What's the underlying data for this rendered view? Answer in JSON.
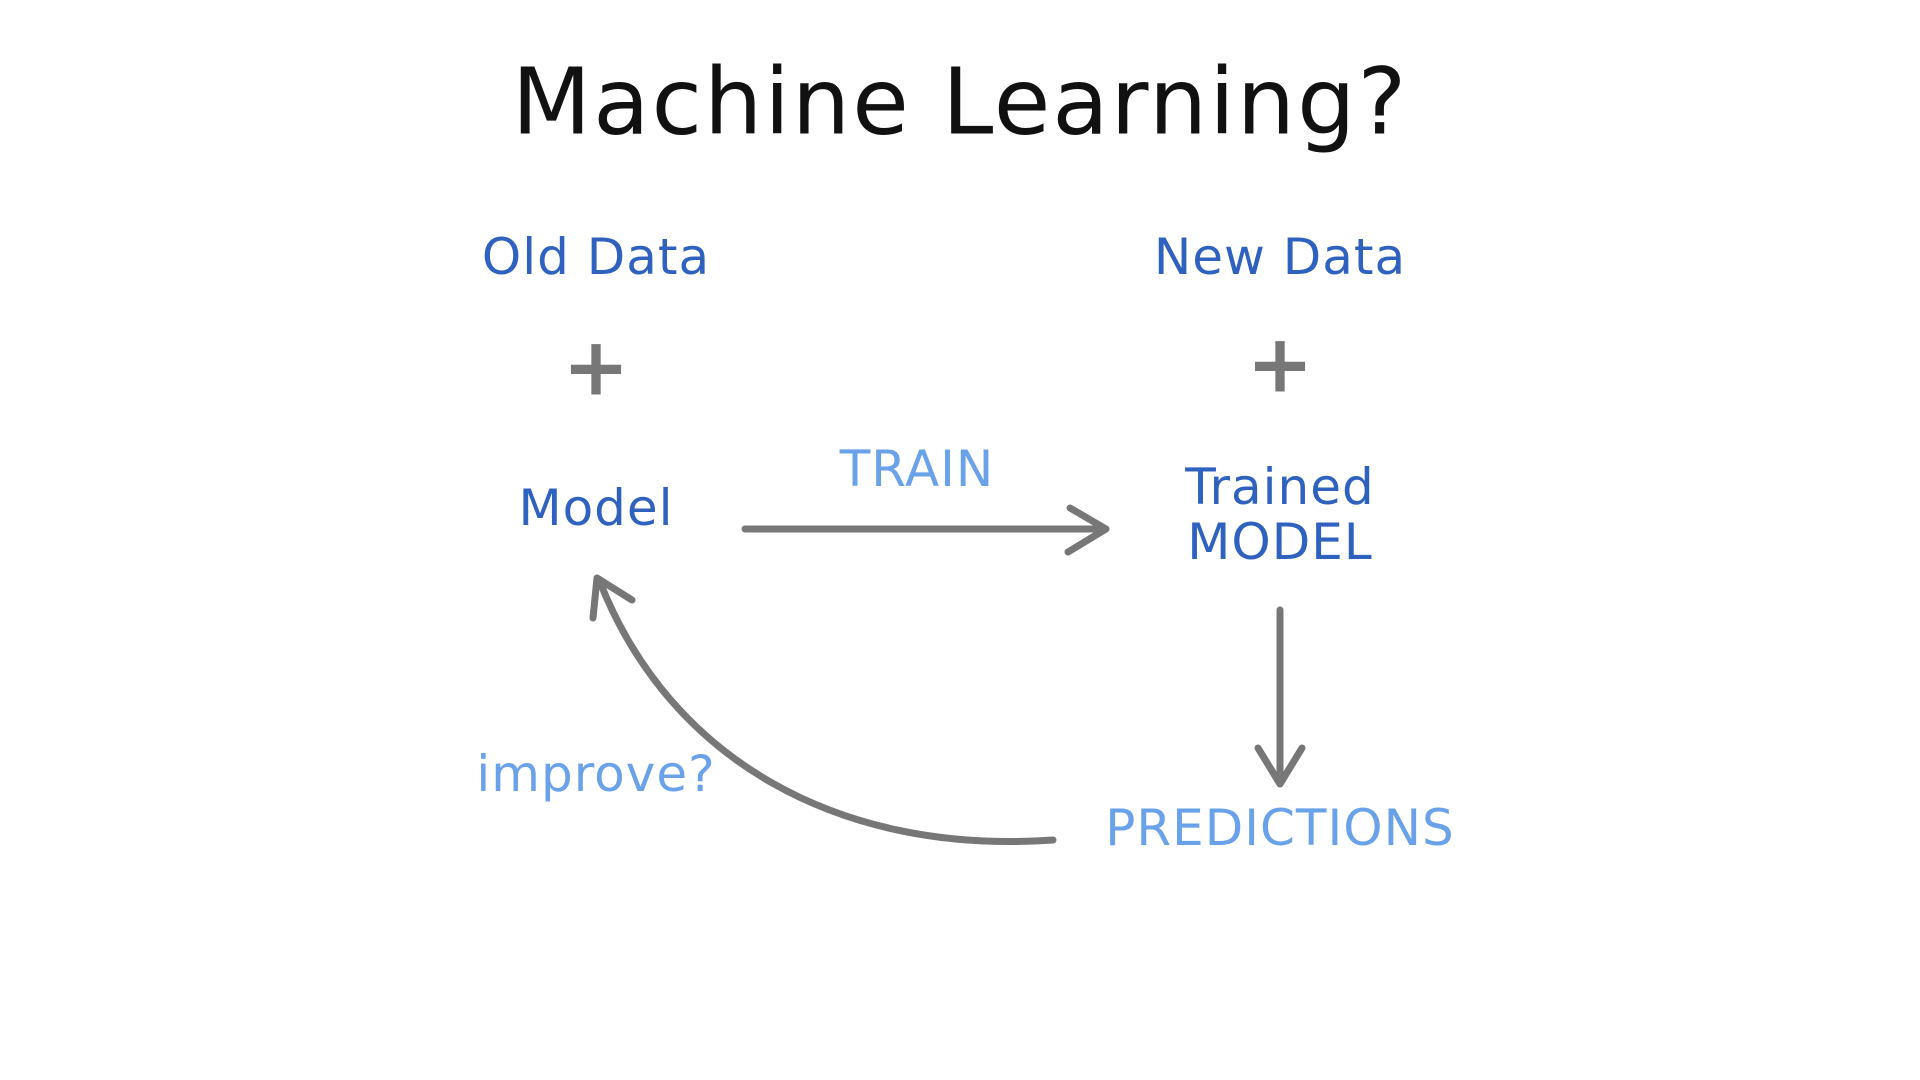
{
  "title": "Machine Learning?",
  "left": {
    "top": "Old Data",
    "plus": "+",
    "bottom": "Model"
  },
  "right": {
    "top": "New Data",
    "plus": "+",
    "bottom_line1": "Trained",
    "bottom_line2": "MODEL"
  },
  "edges": {
    "train": "TRAIN",
    "predictions": "PREDICTIONS",
    "improve": "improve?"
  },
  "colors": {
    "dark_blue": "#2f62be",
    "light_blue": "#6aa2ea",
    "arrow": "#777777"
  }
}
